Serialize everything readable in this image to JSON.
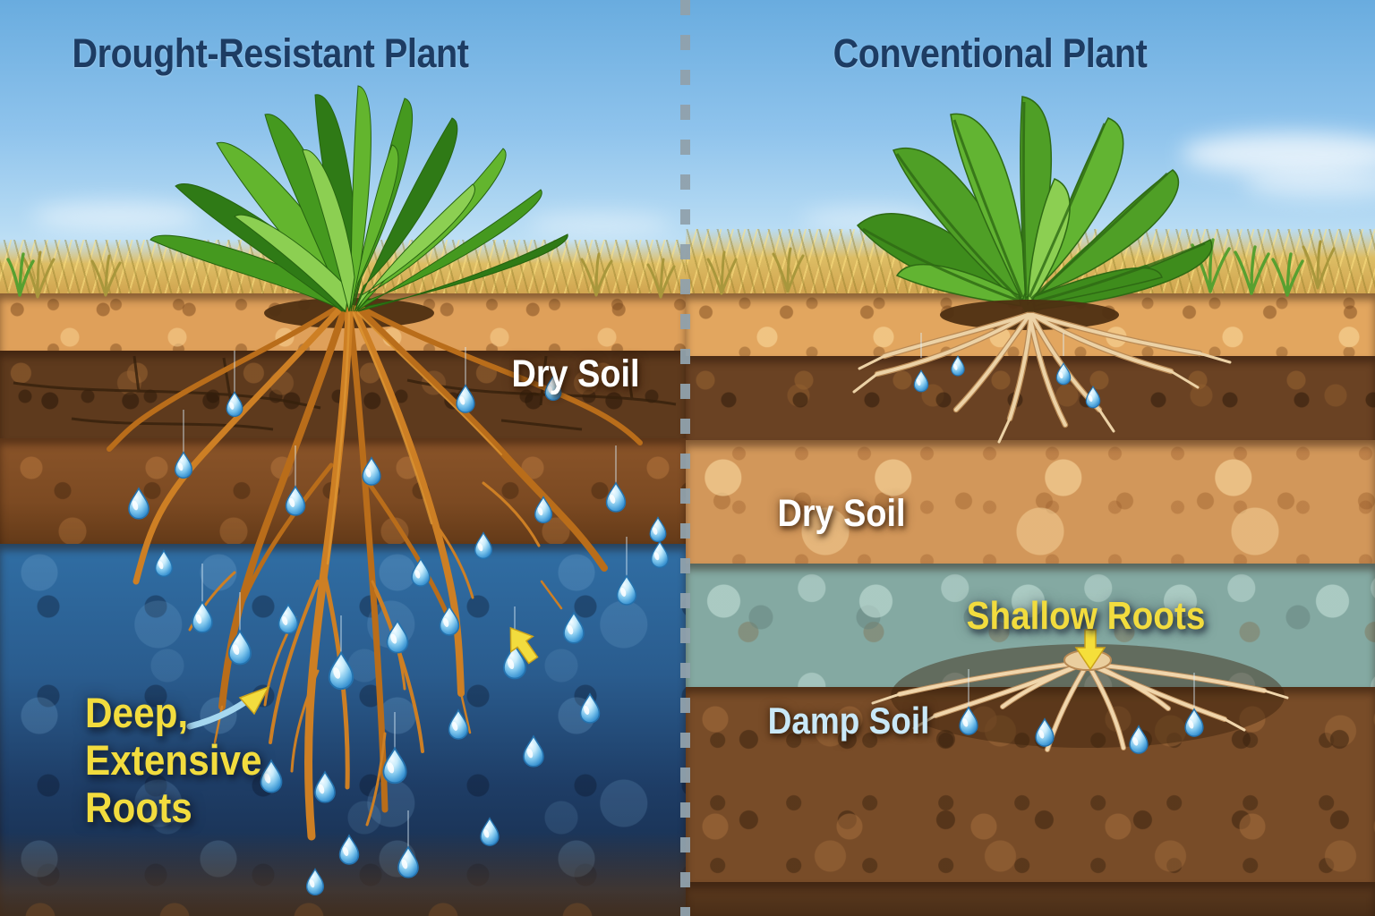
{
  "header": {
    "left_title": "Drought-Resistant Plant",
    "right_title": "Conventional Plant"
  },
  "left_panel": {
    "dry_soil_label": "Dry Soil",
    "roots_label": {
      "line1": "Deep,",
      "line2": "Extensive",
      "line3": "Roots"
    }
  },
  "right_panel": {
    "dry_soil_label": "Dry Soil",
    "shallow_roots_label": "Shallow Roots",
    "damp_soil_label": "Damp Soil"
  },
  "icons": {
    "water_droplet": "water-drop-icon",
    "curved_pointer": "curved-arrow-icon",
    "up_pointer": "up-arrow-icon",
    "down_pointer": "down-arrow-icon",
    "divider": "dashed-divider-line"
  },
  "colors": {
    "title_navy": "#1d3c63",
    "label_white": "#ffffff",
    "label_yellow": "#f2dc3e",
    "label_light_blue": "#c9e8f7",
    "sky_top": "#69acdf",
    "sky_horizon": "#ddeffa",
    "topsoil_tan": "#dfa05a",
    "dry_dark_brown": "#5e3a1d",
    "dry_medium_brown": "#8a5429",
    "dry_light_tan": "#d2975a",
    "wet_soil_blue": "#306ea4",
    "damp_soil_teal": "#84a9a2",
    "deep_brown": "#784c28",
    "root_orange": "#c9801f",
    "root_pale": "#ecd2a6",
    "droplet_blue": "#57b0e4",
    "leaf_green": "#4f9f26",
    "divider_gray": "#90a1ac"
  }
}
